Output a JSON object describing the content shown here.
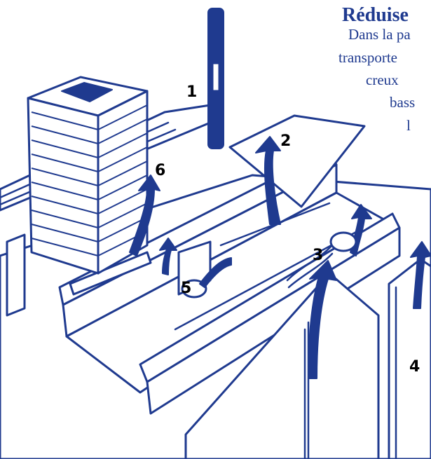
{
  "heading": {
    "title": "Réduise",
    "lines": [
      "Dans la pa",
      "transporte",
      "creux",
      "bass",
      "l"
    ]
  },
  "callouts": [
    "1",
    "2",
    "3",
    "4",
    "5",
    "6"
  ],
  "colors": {
    "ink": "#1f3a8f",
    "paper": "#ffffff",
    "label": "#000000"
  },
  "icons": [
    "vent-pipe-icon",
    "chimney-icon",
    "airflow-arrow-icon",
    "hatch-panel-icon",
    "duct-fan-icon",
    "air-vent-icon"
  ]
}
